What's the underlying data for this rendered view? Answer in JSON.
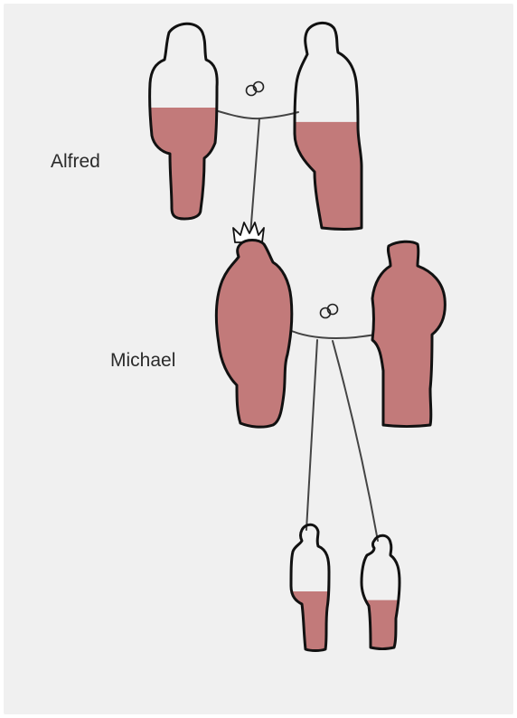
{
  "labels": {
    "top_generation": "Alfred",
    "middle_generation": "Michael"
  },
  "colors": {
    "background": "#f0f0f0",
    "fill": "#c27a7a",
    "outline": "#111111",
    "line": "#444444"
  },
  "figures": [
    {
      "id": "alfred",
      "fill_level": 0.57
    },
    {
      "id": "alfred-spouse",
      "fill_level": 0.52
    },
    {
      "id": "michael",
      "fill_level": 1.0,
      "crowned": true
    },
    {
      "id": "michael-spouse",
      "fill_level": 1.0
    },
    {
      "id": "child-1",
      "fill_level": 0.47
    },
    {
      "id": "child-2",
      "fill_level": 0.43
    }
  ],
  "icons": {
    "marriage": "wedding-rings-icon",
    "crown": "crown-icon"
  }
}
